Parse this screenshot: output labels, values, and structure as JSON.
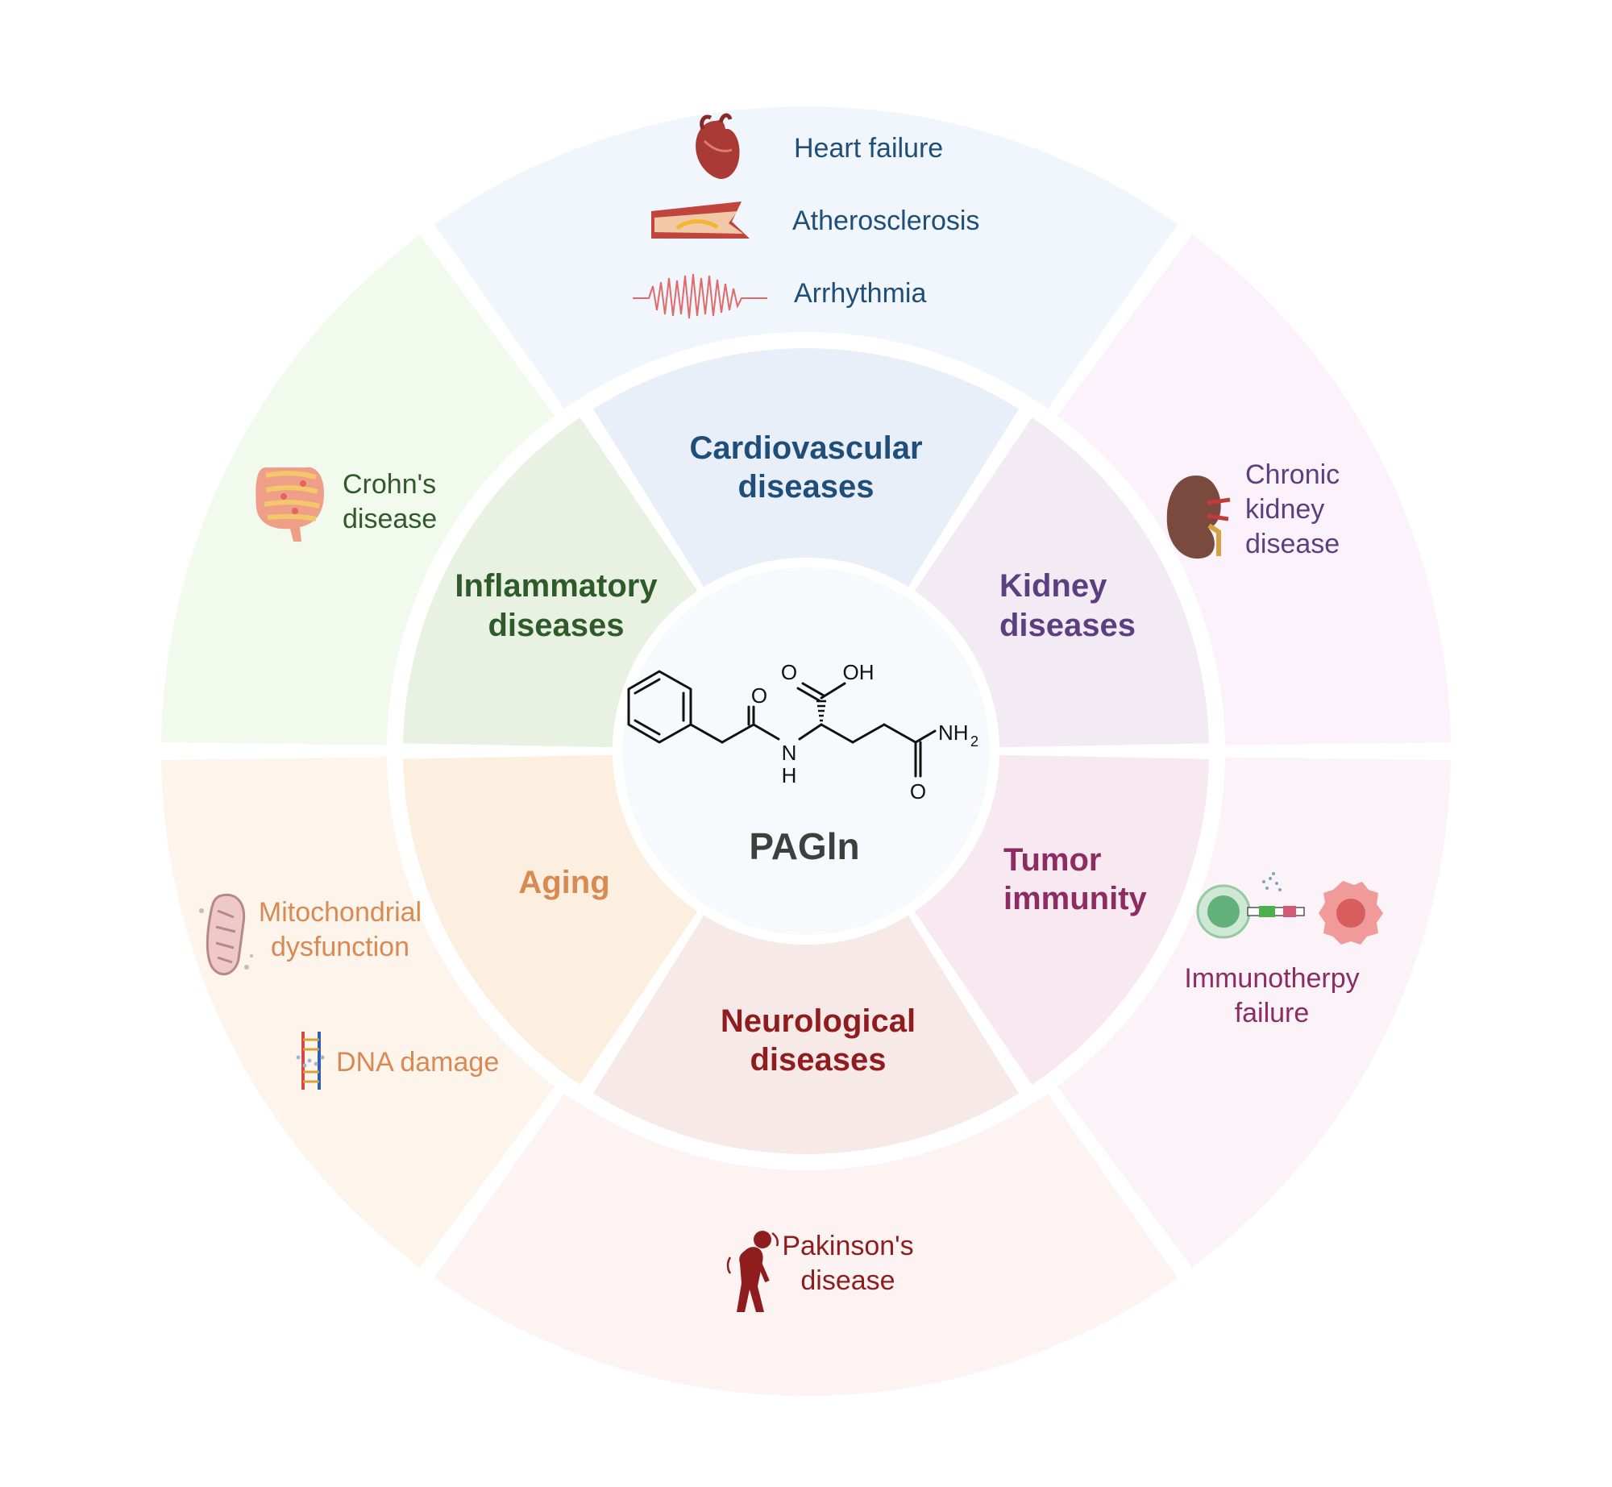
{
  "center": {
    "name": "PAGln",
    "atoms": {
      "o_acid": "O",
      "oh": "OH",
      "o_amide1": "O",
      "n": "N",
      "h": "H",
      "nh": "NH",
      "nh_sub": "2",
      "o_amide2": "O"
    }
  },
  "categories": {
    "cardiovascular": {
      "line1": "Cardiovascular",
      "line2": "diseases",
      "color": "#1f4e79"
    },
    "kidney": {
      "line1": "Kidney",
      "line2": "diseases",
      "color": "#5b3f80"
    },
    "tumor": {
      "line1": "Tumor",
      "line2": "immunity",
      "color": "#8b2c63"
    },
    "neurological": {
      "line1": "Neurological",
      "line2": "diseases",
      "color": "#8f1d1f"
    },
    "aging": {
      "line1": "Aging",
      "color": "#d98a52"
    },
    "inflammatory": {
      "line1": "Inflammatory",
      "line2": "diseases",
      "color": "#2f5a2a"
    }
  },
  "diseases": {
    "heart_failure": {
      "label": "Heart failure",
      "icon": "heart-icon"
    },
    "atherosclerosis": {
      "label": "Atherosclerosis",
      "icon": "artery-plaque-icon"
    },
    "arrhythmia": {
      "label": "Arrhythmia",
      "icon": "ecg-waveform-icon"
    },
    "ckd": {
      "line1": "Chronic",
      "line2": "kidney",
      "line3": "disease",
      "icon": "kidney-icon"
    },
    "immunotherapy": {
      "line1": "Immunotherpy",
      "line2": "failure",
      "icon": "immune-cell-tumor-icon"
    },
    "parkinsons": {
      "line1": "Pakinson's",
      "line2": "disease",
      "icon": "parkinson-person-icon"
    },
    "mito": {
      "line1": "Mitochondrial",
      "line2": "dysfunction",
      "icon": "mitochondria-icon"
    },
    "dna": {
      "label": "DNA damage",
      "icon": "dna-icon"
    },
    "crohns": {
      "line1": "Crohn's",
      "line2": "disease",
      "icon": "intestine-icon"
    }
  },
  "colors": {
    "cardio_outer": "#f1f6fc",
    "cardio_inner": "#e8eff8",
    "kidney_outer": "#fcf2fb",
    "kidney_inner": "#f3ebf4",
    "tumor_outer": "#fcf3f8",
    "tumor_inner": "#f8e9f0",
    "neuro_outer": "#fdf3f2",
    "neuro_inner": "#f7e9e8",
    "aging_outer": "#fdf4ec",
    "aging_inner": "#fdefe0",
    "inflam_outer": "#f2faee",
    "inflam_inner": "#e9f1e3",
    "center_fill": "#f7f9fc"
  }
}
